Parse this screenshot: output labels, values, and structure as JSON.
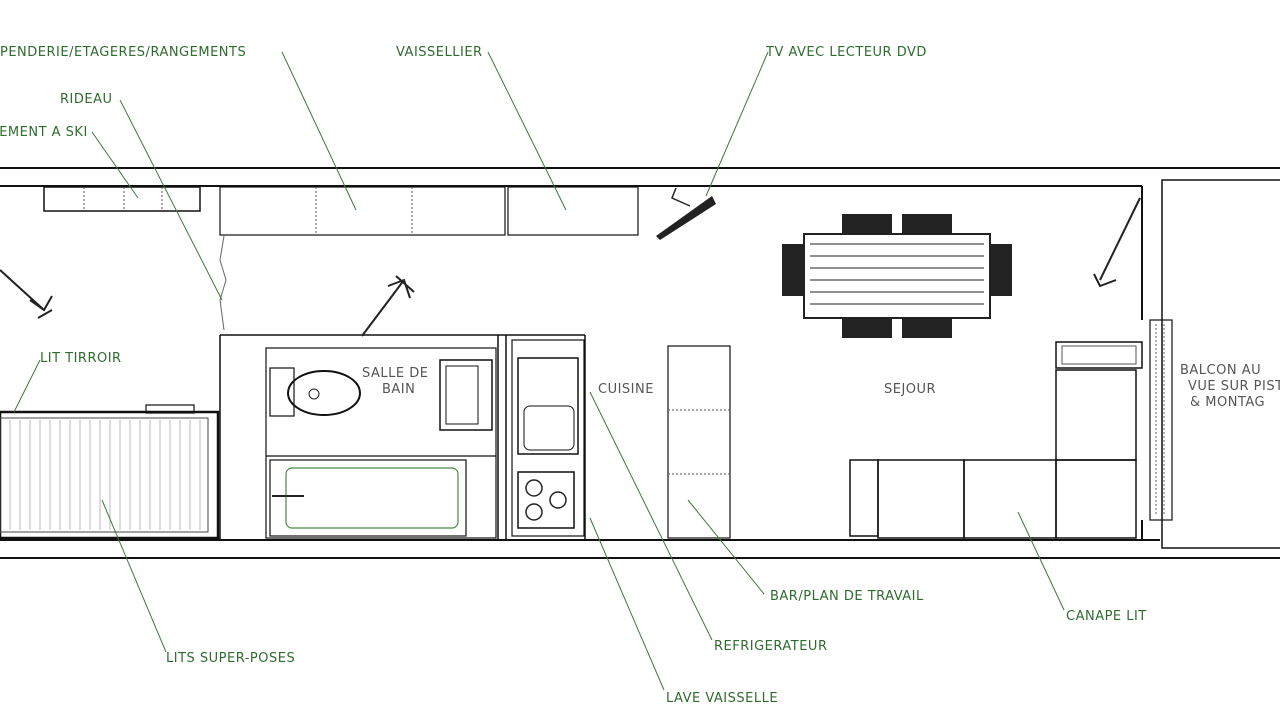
{
  "labels": {
    "penderie": "PENDERIE/ETAGERES/RANGEMENTS",
    "vaissellier": "VAISSELLIER",
    "tv": "TV AVEC LECTEUR DVD",
    "rideau": "RIDEAU",
    "rangement_ski": "RANGEMENT A SKI",
    "lit_tiroir": "LIT TIRROIR",
    "lits_superposes": "LITS SUPER-POSES",
    "bar": "BAR/PLAN DE TRAVAIL",
    "refrigerateur": "REFRIGERATEUR",
    "lave_vaisselle": "LAVE VAISSELLE",
    "canape_lit": "CANAPE LIT"
  },
  "rooms": {
    "salle_de_bain_1": "SALLE DE",
    "salle_de_bain_2": "BAIN",
    "cuisine": "CUISINE",
    "sejour": "SEJOUR",
    "balcon_1": "BALCON AU",
    "balcon_2": "VUE SUR PIST",
    "balcon_3": "& MONTAG"
  },
  "colors": {
    "wall": "#111111",
    "leader": "#3a7a3a",
    "label": "#2f6b2f"
  }
}
